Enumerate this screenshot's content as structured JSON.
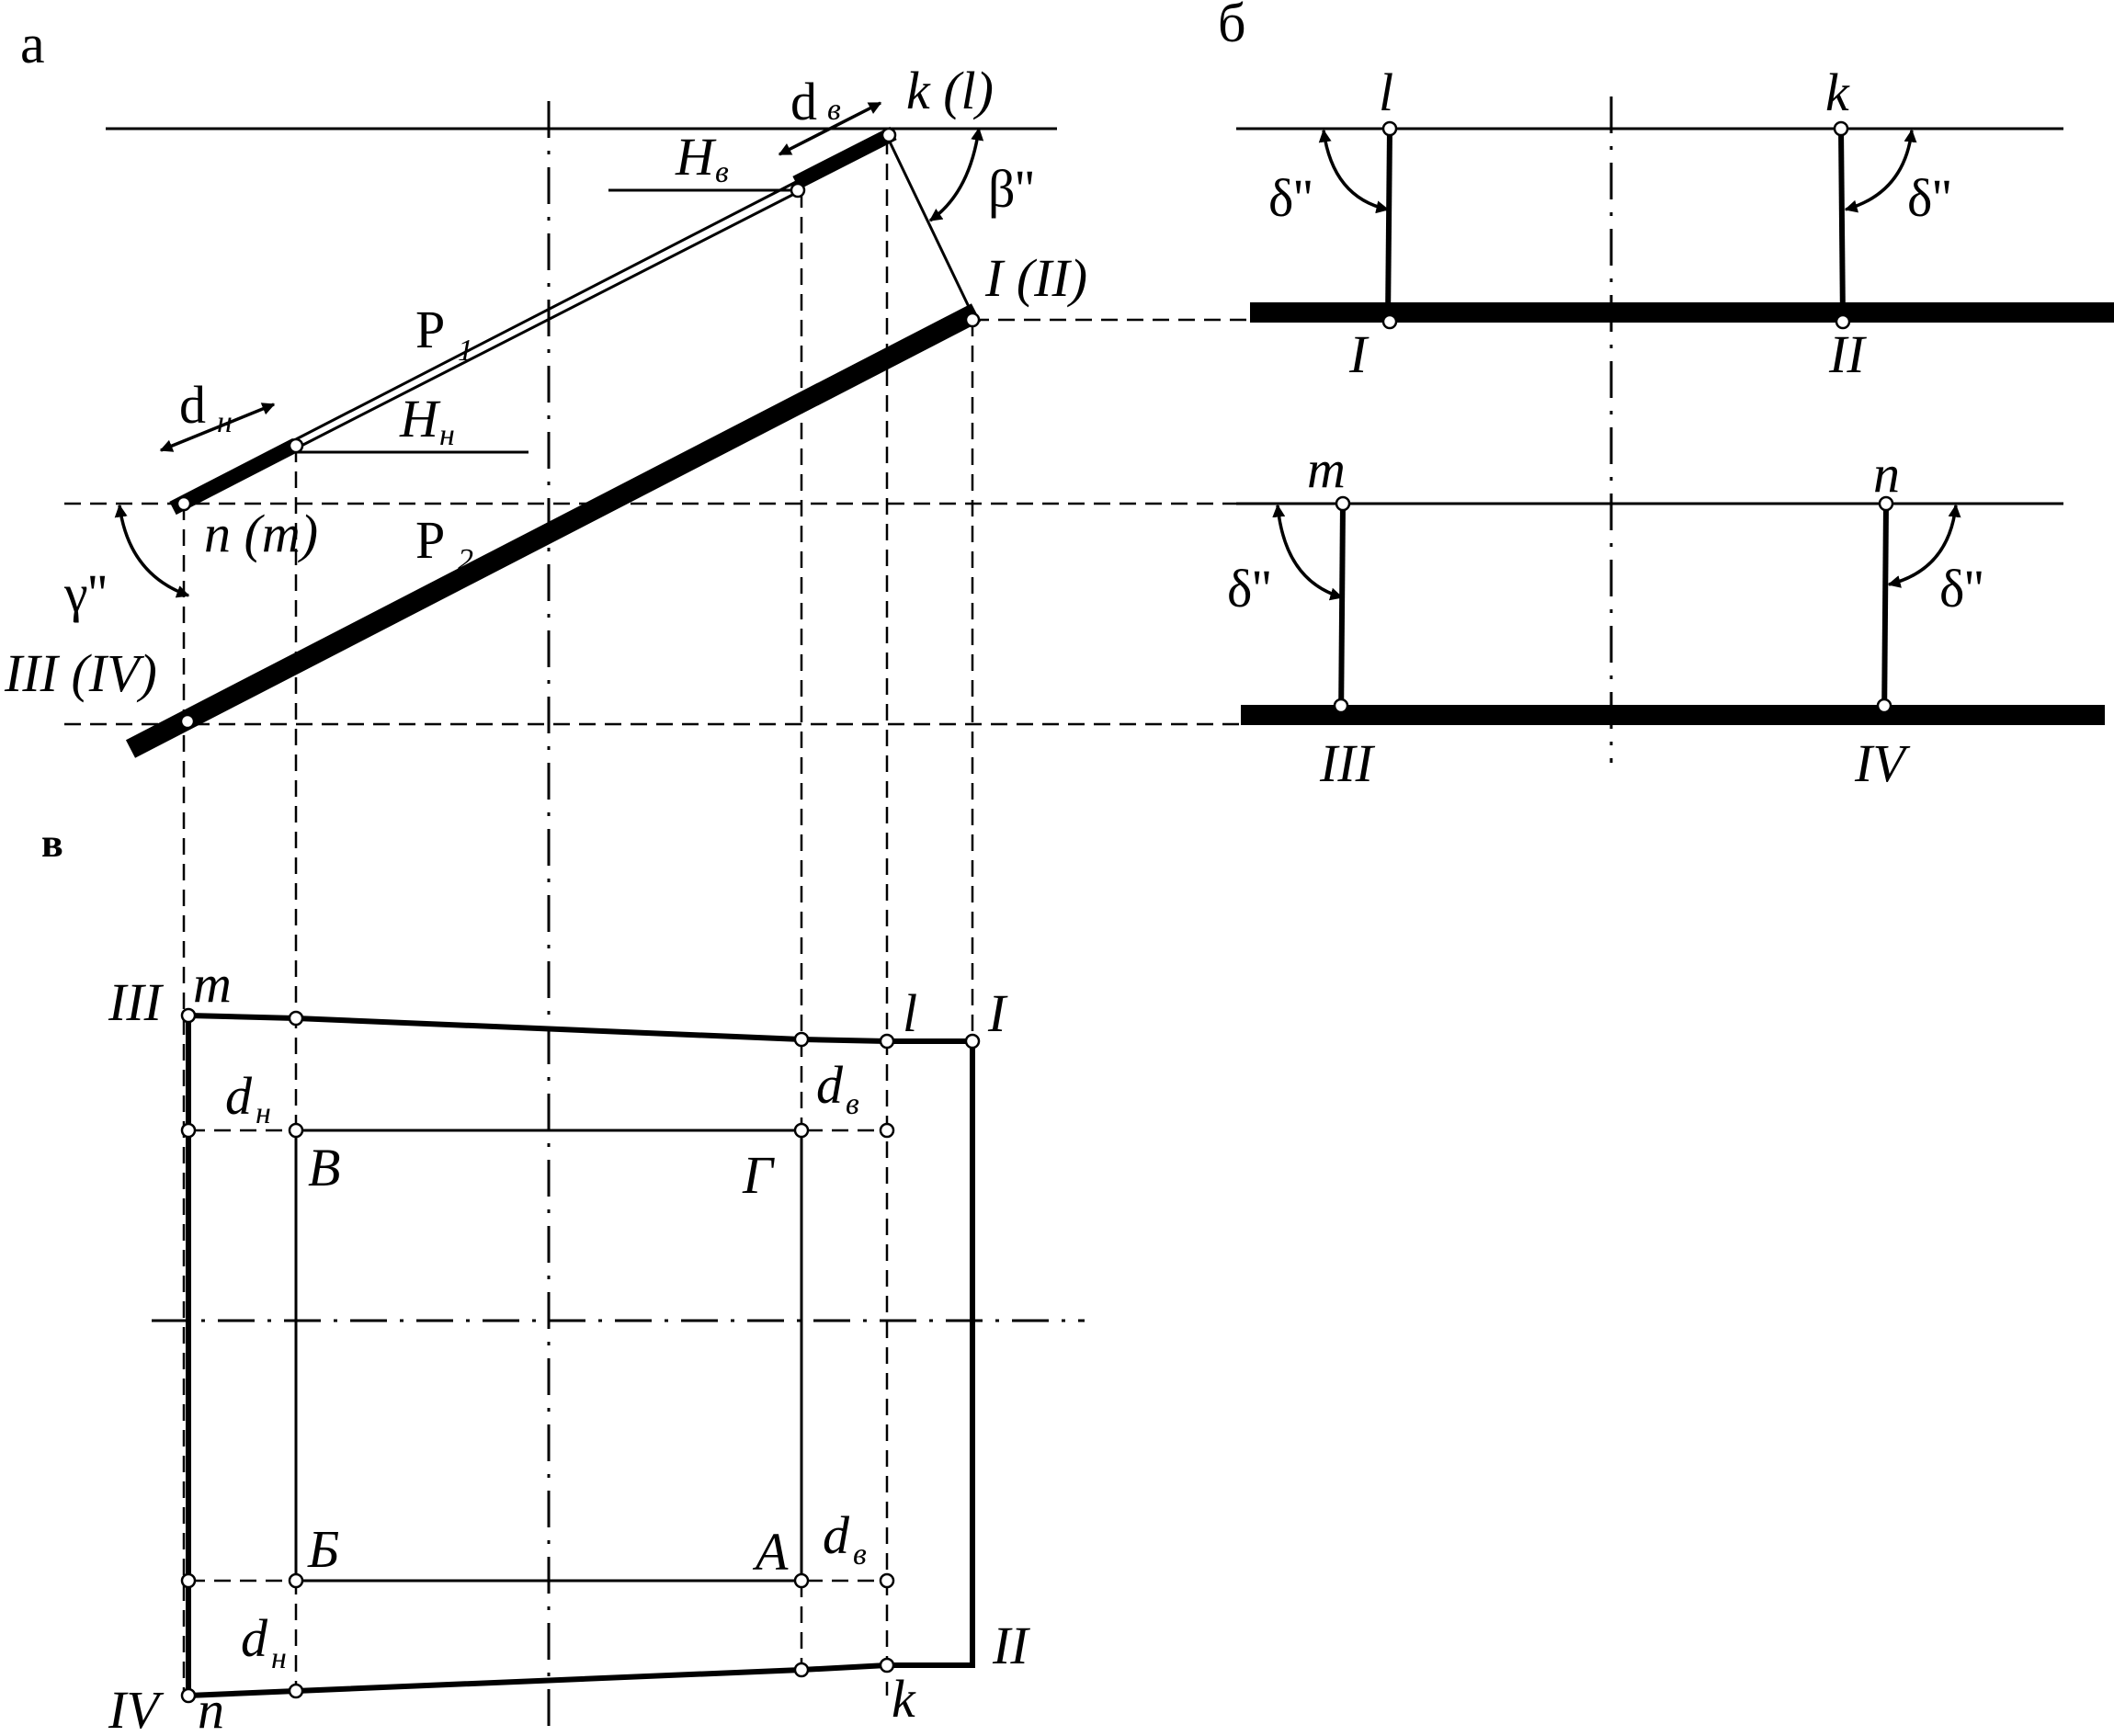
{
  "panels": {
    "a": "а",
    "b": "б",
    "v": "в"
  },
  "labels": {
    "k_l": "k (l)",
    "I_II": "I (II)",
    "n_m": "n (m)",
    "III_IV": "III (IV)",
    "beta": "β''",
    "gamma": "γ''",
    "delta": "δ''",
    "P": "P",
    "P1_sub": "1",
    "P2_sub": "2",
    "d": "d",
    "H": "H",
    "sub_v": "в",
    "sub_n": "н",
    "l": "l",
    "k": "k",
    "m": "m",
    "n": "n",
    "I": "I",
    "II": "II",
    "III": "III",
    "IV": "IV",
    "B": "В",
    "G": "Г",
    "Be": "Б",
    "A": "А"
  }
}
